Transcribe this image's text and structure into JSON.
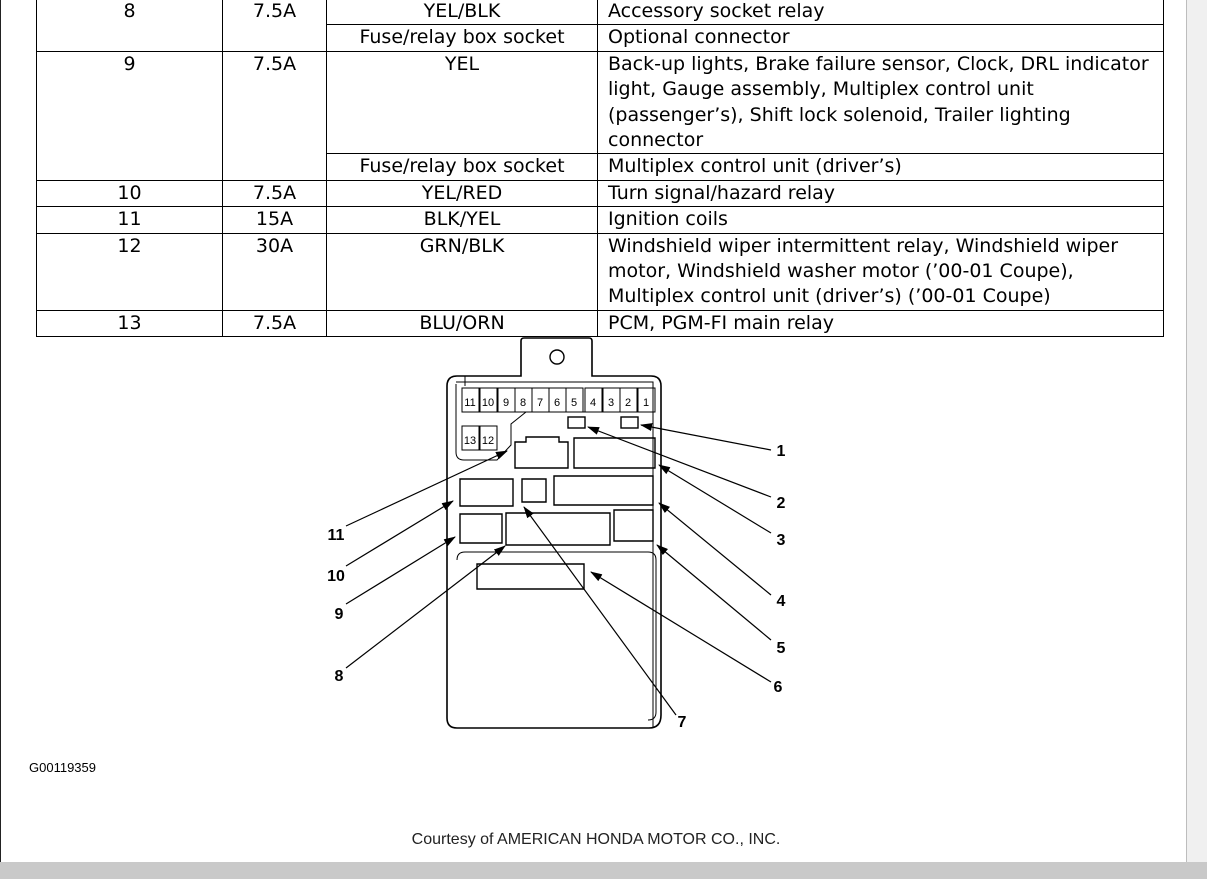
{
  "fuse_table": {
    "rows": [
      {
        "no": "8",
        "amps": "7.5A",
        "wire": "YEL/BLK",
        "circuits": "Accessory socket relay"
      },
      {
        "no": "",
        "amps": "",
        "wire": "Fuse/relay box socket",
        "circuits": "Optional connector"
      },
      {
        "no": "9",
        "amps": "7.5A",
        "wire": "YEL",
        "circuits": "Back-up lights, Brake failure sensor, Clock, DRL indicator light, Gauge assembly, Multiplex control unit (passenger’s), Shift lock solenoid, Trailer lighting connector"
      },
      {
        "no": "",
        "amps": "",
        "wire": "Fuse/relay box socket",
        "circuits": "Multiplex control unit (driver’s)"
      },
      {
        "no": "10",
        "amps": "7.5A",
        "wire": "YEL/RED",
        "circuits": "Turn signal/hazard relay"
      },
      {
        "no": "11",
        "amps": "15A",
        "wire": "BLK/YEL",
        "circuits": "Ignition coils"
      },
      {
        "no": "12",
        "amps": "30A",
        "wire": "GRN/BLK",
        "circuits": "Windshield wiper intermittent relay, Windshield wiper motor, Windshield washer motor (’00-01 Coupe), Multiplex control unit (driver’s) (’00-01 Coupe)"
      },
      {
        "no": "13",
        "amps": "7.5A",
        "wire": "BLU/ORN",
        "circuits": "PCM, PGM-FI main relay"
      }
    ]
  },
  "diagram": {
    "fuse_numbers_top": [
      "11",
      "10",
      "9",
      "8",
      "7",
      "6",
      "5",
      "4",
      "3",
      "2",
      "1"
    ],
    "fuse_numbers_lower": [
      "13",
      "12"
    ],
    "callouts_right": [
      "1",
      "2",
      "3",
      "4",
      "5",
      "6",
      "7"
    ],
    "callouts_left": [
      "11",
      "10",
      "9",
      "8"
    ],
    "code": "G00119359"
  },
  "courtesy": "Courtesy of AMERICAN HONDA MOTOR CO., INC."
}
